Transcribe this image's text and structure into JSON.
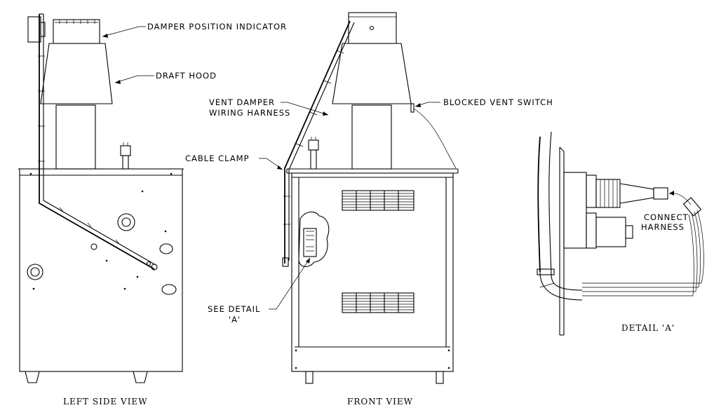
{
  "labels": {
    "damper_position_indicator": "DAMPER POSITION INDICATOR",
    "draft_hood": "DRAFT HOOD",
    "vent_damper_line1": "VENT DAMPER",
    "vent_damper_line2": "WIRING HARNESS",
    "blocked_vent_switch": "BLOCKED VENT SWITCH",
    "cable_clamp": "CABLE CLAMP",
    "see_detail_line1": "SEE DETAIL",
    "see_detail_line2": "'A'",
    "connect_line1": "CONNECT",
    "connect_line2": "HARNESS"
  },
  "captions": {
    "left_side_view": "LEFT SIDE VIEW",
    "front_view": "FRONT VIEW",
    "detail_a": "DETAIL 'A'"
  },
  "colors": {
    "line": "#000000",
    "background": "#ffffff"
  }
}
